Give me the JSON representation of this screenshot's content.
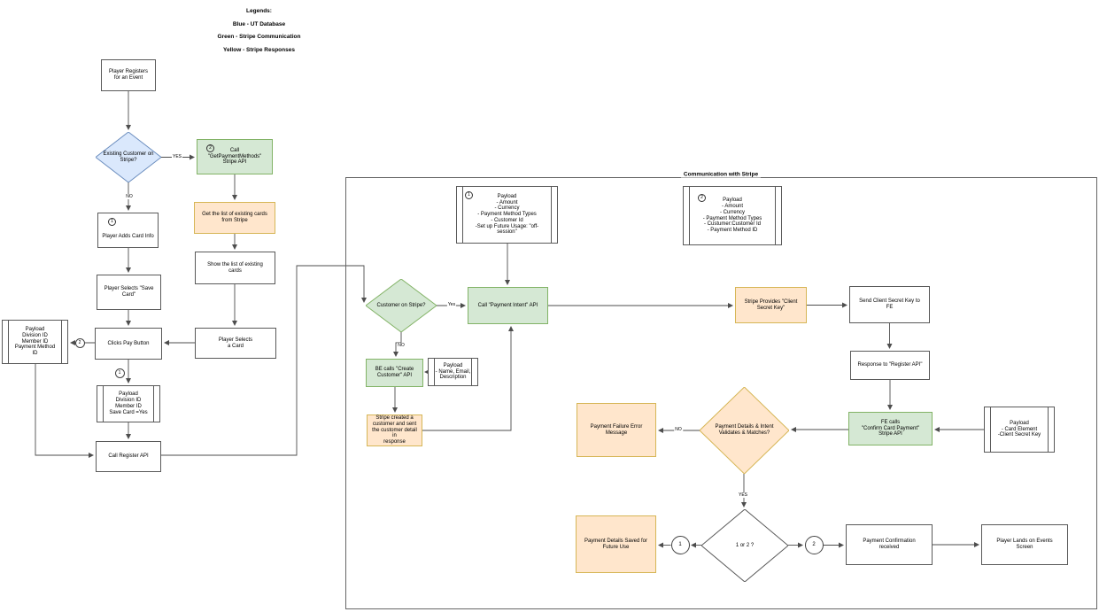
{
  "legend": {
    "title": "Legends:",
    "line1": "Blue - UT Database",
    "line2": "Green - Stripe Communication",
    "line3": "Yellow - Stripe Responses"
  },
  "container": {
    "title": "Communication with Stripe"
  },
  "badge": {
    "one": "1",
    "two": "2"
  },
  "connector_circle": {
    "one": "1",
    "two": "2"
  },
  "labels": {
    "yes_upper": "YES",
    "no_upper": "NO",
    "yes_mid": "Yes",
    "no_mid": "NO",
    "no_right": "NO",
    "yes_bottom": "YES"
  },
  "nodes": {
    "player_registers": "Player Registers\nfor an Event",
    "existing_customer": "Existing Customer on\nStripe?",
    "get_payment_methods": "Call\n\"GetPaymentMethods\"\nStripe API",
    "player_adds_card": "Player Adds Card Info",
    "get_list_cards": "Get the list of existing cards\nfrom Stripe",
    "show_list_cards": "Show the list of existing\ncards",
    "player_selects_save": "Player Selects \"Save\nCard\"",
    "payload_member": "Payload\nDivision ID\nMember ID\nPayment Method\nID",
    "clicks_pay": "Clicks Pay Button",
    "player_selects_card": "Player Selects\na Card",
    "payload_save_card": "Payload\nDivision ID\nMember ID\nSave Card =Yes",
    "call_register": "Call Register API",
    "payload1": "Payload\n- Amount\n- Currency\n- Payment Method Types\n- Customer Id\n-Set up Future Usage: \"off-\nsession\"",
    "payload2": "Payload\n- Amount\n- Currency\n- Payment Method Types\n- Custumer:Customer Id\n- Payment Method ID",
    "customer_on_stripe": "Customer on Stripe?",
    "call_payment_intent": "Call \"Payment Intent\" API",
    "be_create_customer": "BE calls \"Create\nCustomer\" API",
    "payload_name_email": "Payload\n- Name, Email,\nDescription",
    "stripe_created": "Stripe created a\ncustomer and sent\nthe customer detail in\nresponse",
    "stripe_provides": "Stripe Provides \"Client\nSecret Key\"",
    "send_client_secret": "Send Client Secret Key to\nFE",
    "response_register": "Response to \"Register API\"",
    "fe_confirm": "FE calls\n\"Confirm Card Payment\"\nStripe API",
    "payload_card_element": "Payload\n- Card Element\n-Client Secret Key",
    "payment_validates": "Payment Details & Intent\nValidates & Matches?",
    "payment_failure": "Payment Failure Error\nMessage",
    "payment_saved": "Payment Details Saved for\nFuture Use",
    "one_or_two": "1 or 2 ?",
    "payment_confirmation": "Payment Confirmation\nreceived",
    "player_lands": "Player Lands on Events\nScreen"
  },
  "colors": {
    "blue_fill": "#dae8fc",
    "blue_stroke": "#6c8ebf",
    "green_fill": "#d5e8d4",
    "green_stroke": "#82b366",
    "yellow_fill": "#ffe6cc",
    "yellow_stroke": "#d6b656",
    "line": "#4d4d4d"
  }
}
